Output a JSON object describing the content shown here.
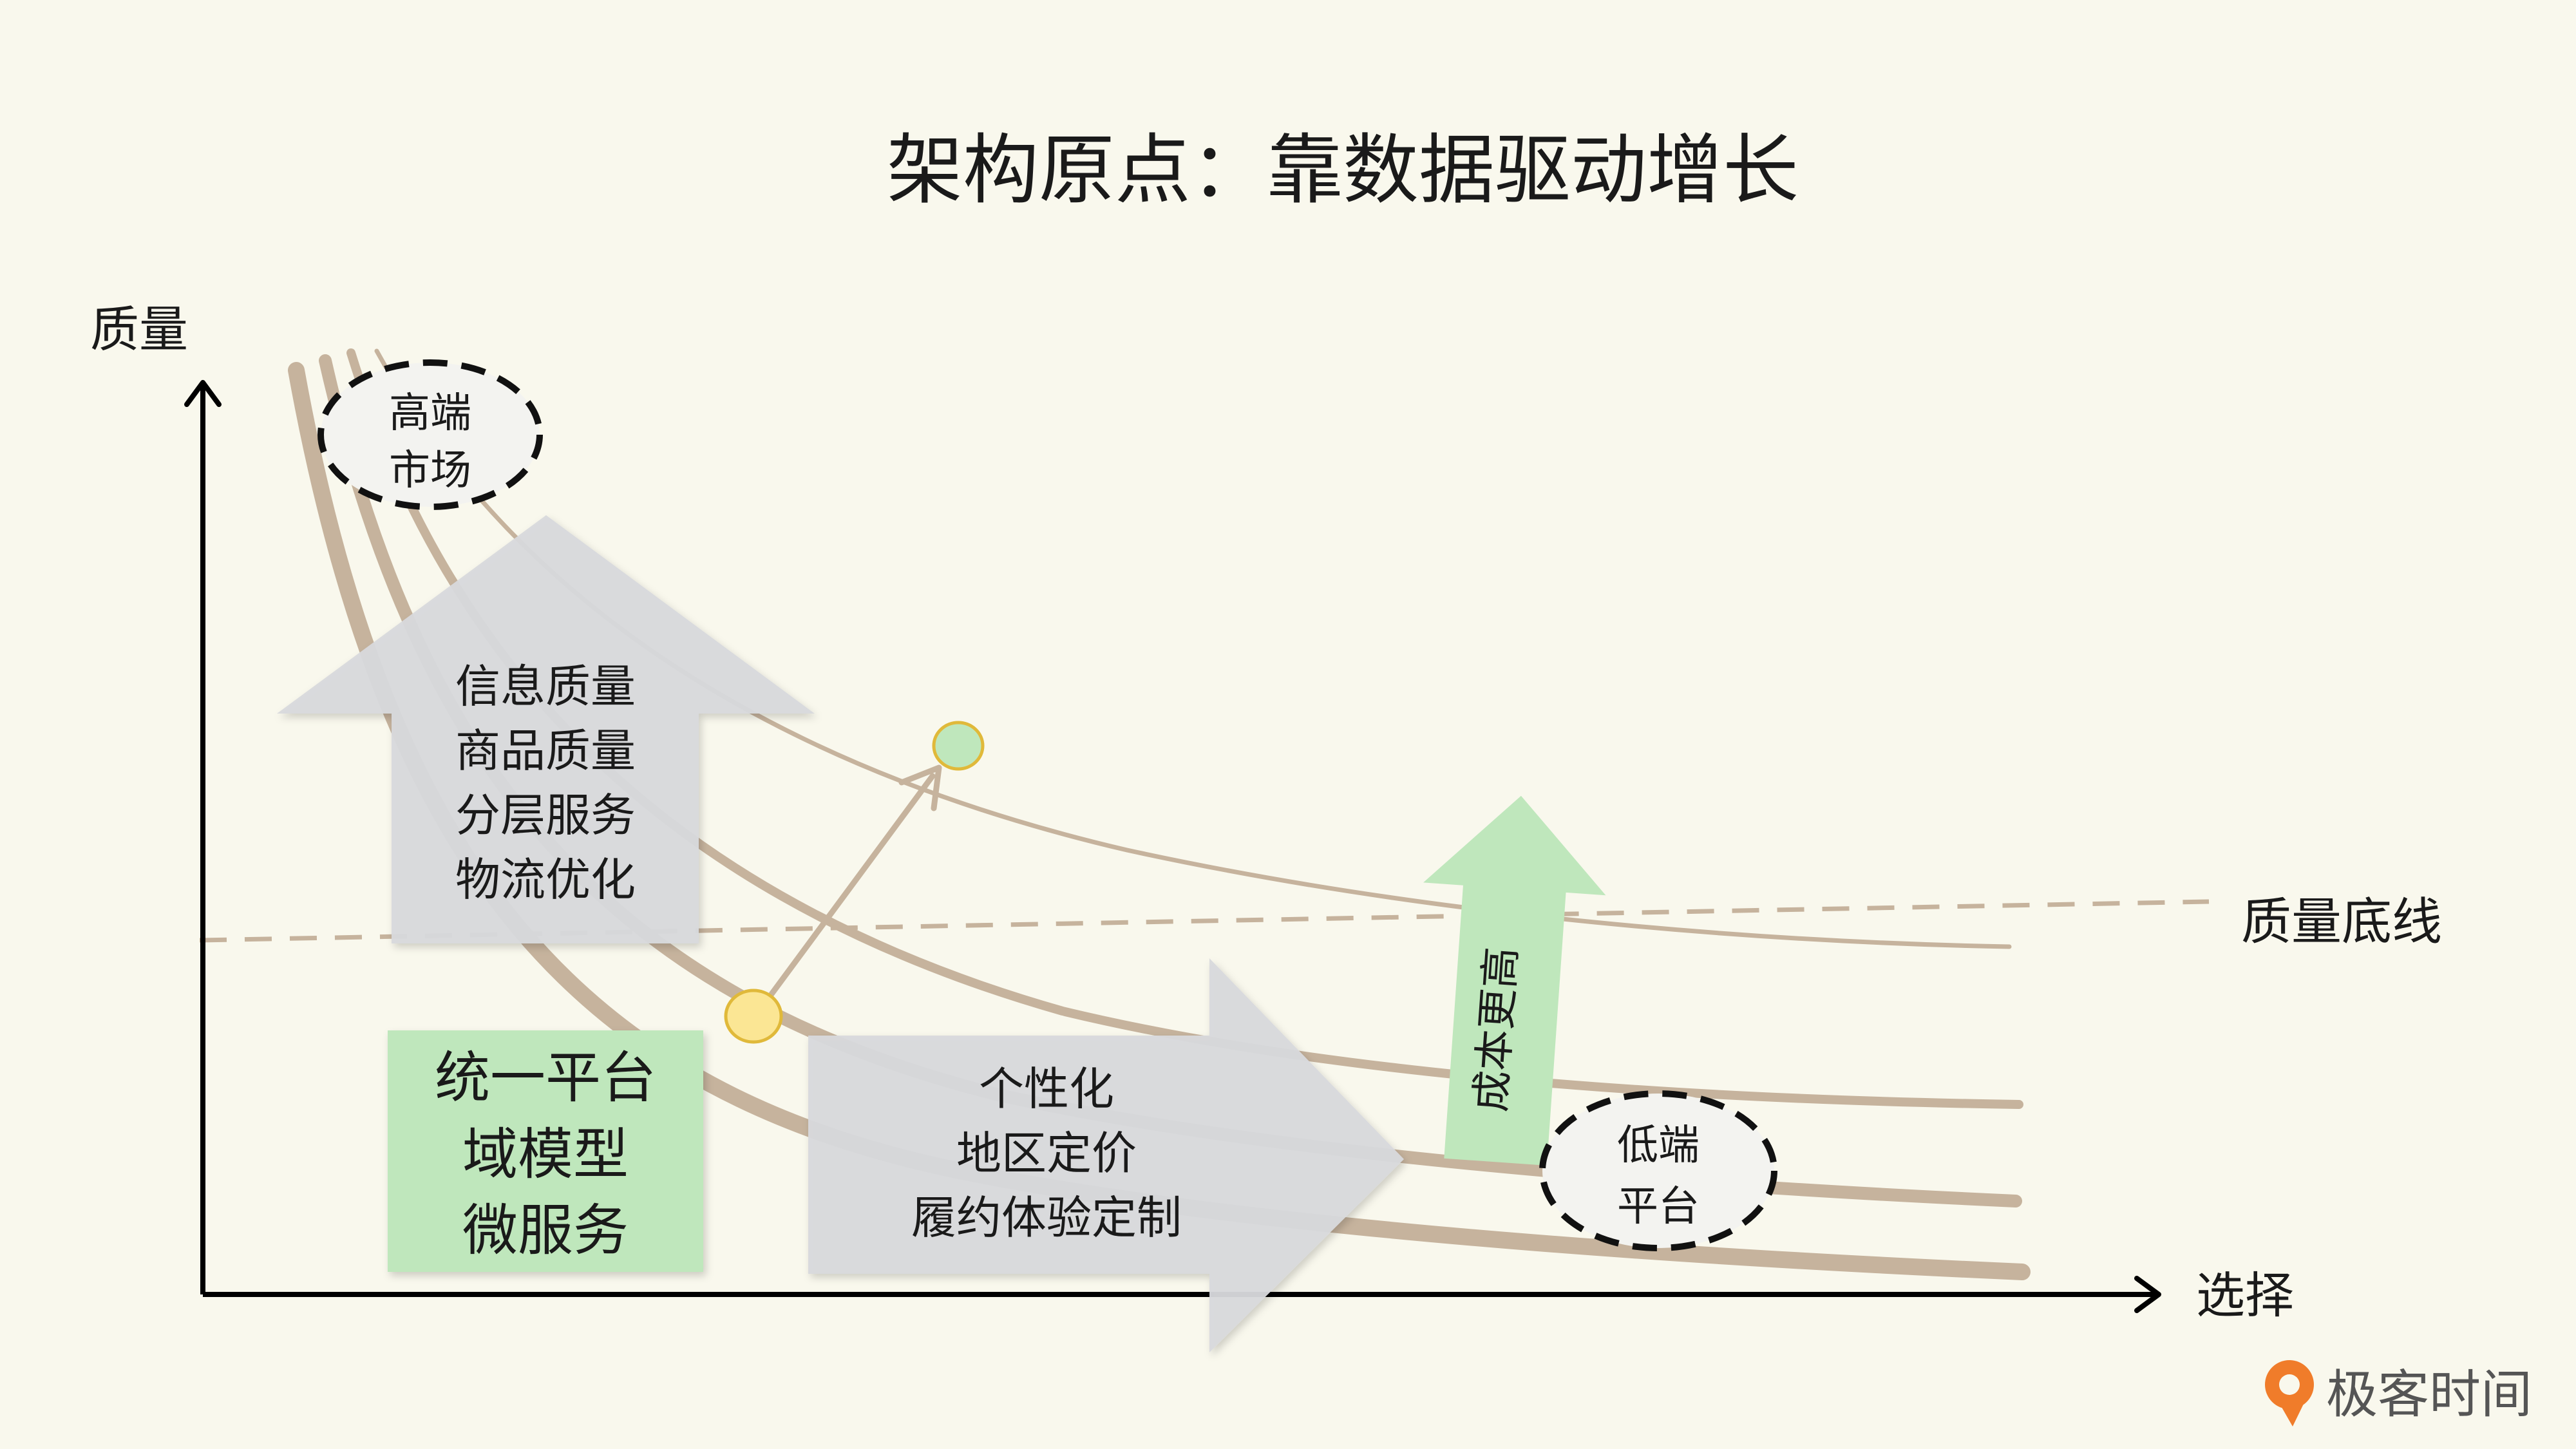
{
  "title": "架构原点：靠数据驱动增长",
  "axes": {
    "y_label": "质量",
    "x_label": "选择",
    "baseline_label": "质量底线"
  },
  "markets": {
    "high": [
      "高端",
      "市场"
    ],
    "low": [
      "低端",
      "平台"
    ]
  },
  "up_arrow": {
    "lines": [
      "信息质量",
      "商品质量",
      "分层服务",
      "物流优化"
    ]
  },
  "right_arrow": {
    "lines": [
      "个性化",
      "地区定价",
      "履约体验定制"
    ]
  },
  "platform_box": {
    "lines": [
      "统一平台",
      "域模型",
      "微服务"
    ]
  },
  "cost_arrow": {
    "label": "成本更高"
  },
  "brand": {
    "name": "极客时间"
  },
  "colors": {
    "background": "#f9f8ed",
    "curve": "#c6b39d",
    "arrow_gray": "#d8d9dc",
    "green": "#bfe7bc",
    "yellow_dot": "#fbe694",
    "green_dot": "#bfe7bc",
    "brand_orange": "#f07c2a"
  }
}
